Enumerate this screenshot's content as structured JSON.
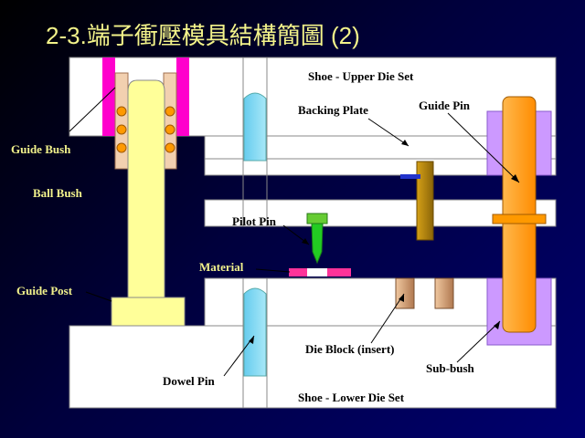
{
  "title": "2-3.端子衝壓模具結構簡圖 (2)",
  "labels": {
    "shoe_upper": "Shoe - Upper Die Set",
    "backing_plate": "Backing Plate",
    "guide_pin": "Guide Pin",
    "guide_bush": "Guide Bush",
    "ball_bush": "Ball Bush",
    "pilot_pin": "Pilot Pin",
    "material": "Material",
    "guide_post": "Guide Post",
    "die_block": "Die Block (insert)",
    "sub_bush": "Sub-bush",
    "dowel_pin": "Dowel Pin",
    "shoe_lower": "Shoe - Lower Die Set"
  },
  "colors": {
    "plate": "#ffffff",
    "guide_post": "#ffff99",
    "guide_pin": "#ff9900",
    "sub_bush": "#cc99ff",
    "dowel": "#66ccee",
    "pilot": "#33cc33",
    "bush_pink": "#ff00cc",
    "ball": "#ff9900",
    "backing": "#b8860b",
    "material": "#ff3399",
    "title": "#f3f38a",
    "left_label": "#f2f28c"
  }
}
